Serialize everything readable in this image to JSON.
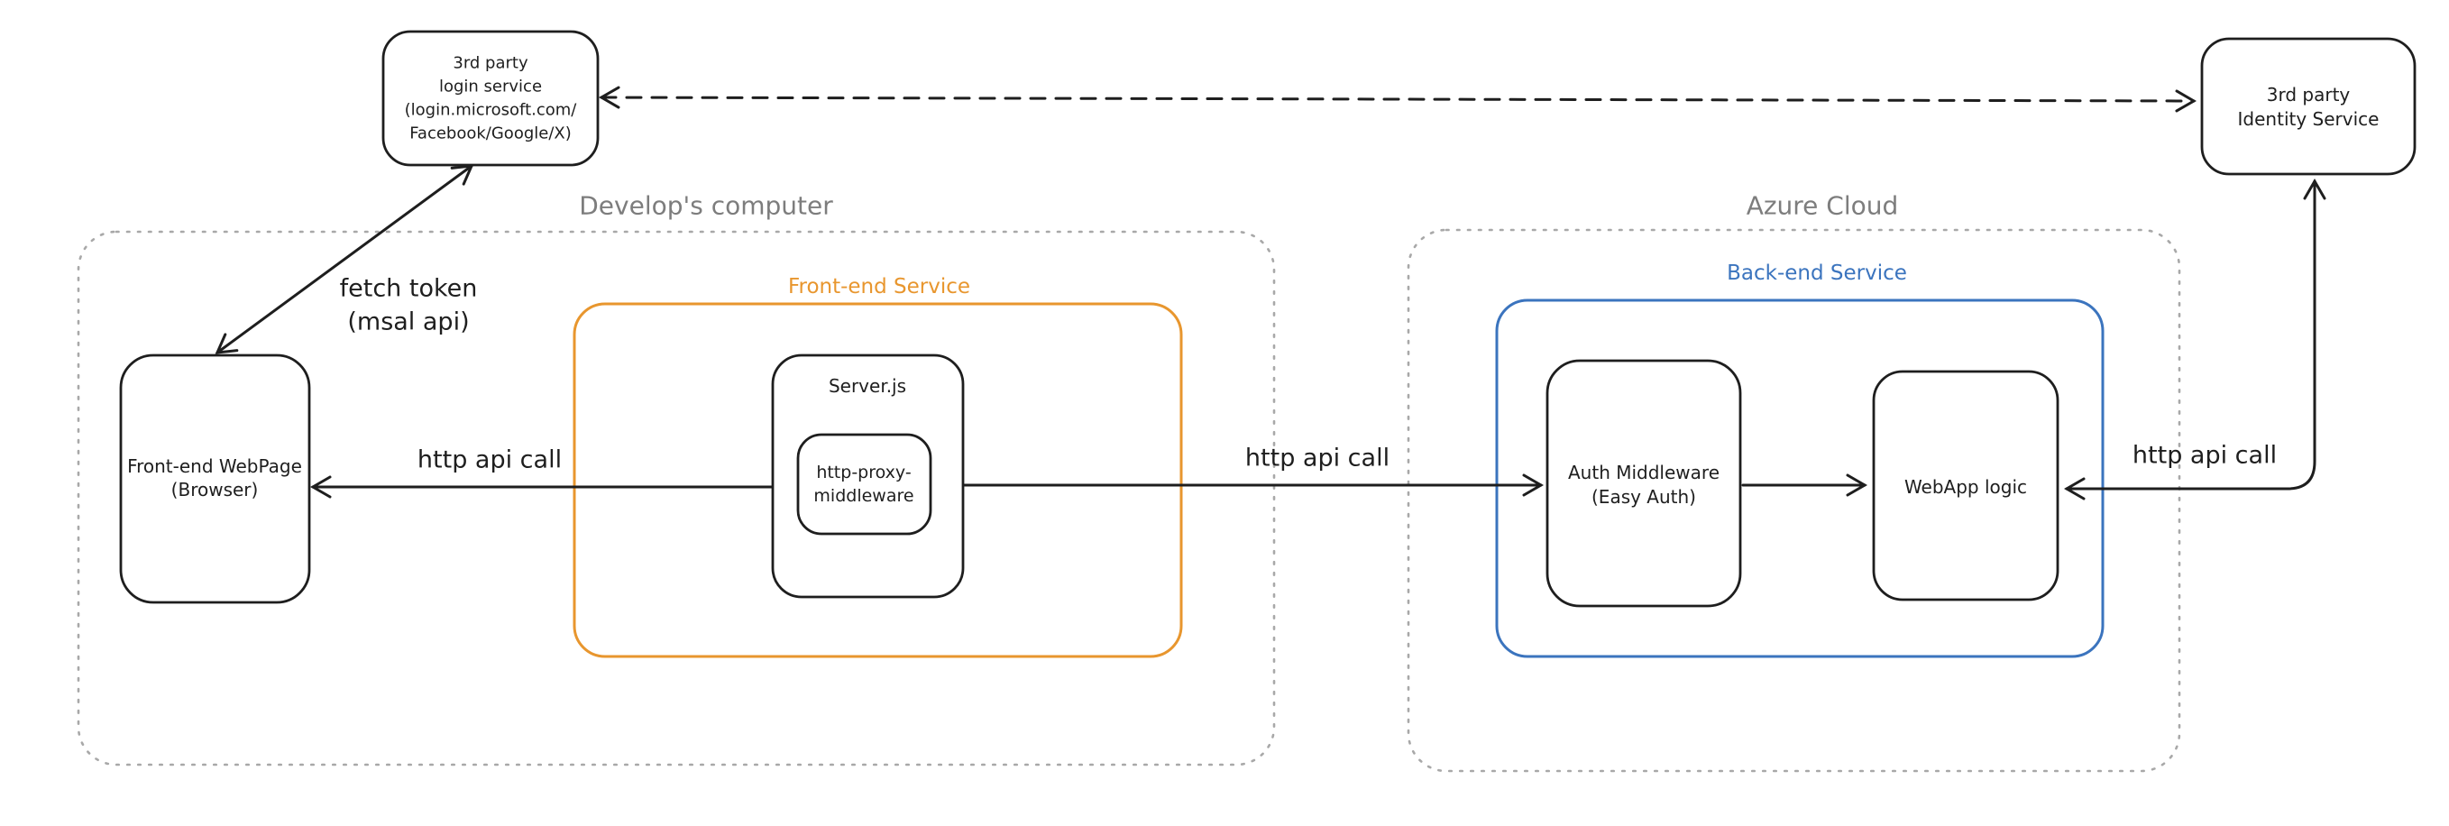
{
  "diagram": {
    "colors": {
      "stroke": "#1e1e1e",
      "container_border": "#a8a8a8",
      "container_label": "#7d7d7d",
      "front_end_accent": "#e8962e",
      "back_end_accent": "#3b74be",
      "background": "#ffffff"
    },
    "containers": {
      "developers_computer": {
        "label": "Develop's computer"
      },
      "azure_cloud": {
        "label": "Azure Cloud"
      },
      "front_end_service": {
        "label": "Front-end Service"
      },
      "back_end_service": {
        "label": "Back-end Service"
      }
    },
    "nodes": {
      "login_service": {
        "lines": [
          "3rd party",
          "login service",
          "(login.microsoft.com/",
          "Facebook/Google/X)"
        ]
      },
      "identity_service": {
        "lines": [
          "3rd party",
          "Identity Service"
        ]
      },
      "front_end_webpage": {
        "lines": [
          "Front-end WebPage",
          "(Browser)"
        ]
      },
      "server_js": {
        "label": "Server.js"
      },
      "http_proxy_middleware": {
        "lines": [
          "http-proxy-",
          "middleware"
        ]
      },
      "auth_middleware": {
        "lines": [
          "Auth Middleware",
          "(Easy Auth)"
        ]
      },
      "webapp_logic": {
        "label": "WebApp logic"
      }
    },
    "arrows": {
      "fetch_token": {
        "lines": [
          "fetch token",
          "(msal api)"
        ]
      },
      "http_api_call_browser_proxy": {
        "label": "http api call"
      },
      "http_api_call_proxy_backend": {
        "label": "http api call"
      },
      "http_api_call_identity_webapp": {
        "label": "http api call"
      }
    }
  }
}
